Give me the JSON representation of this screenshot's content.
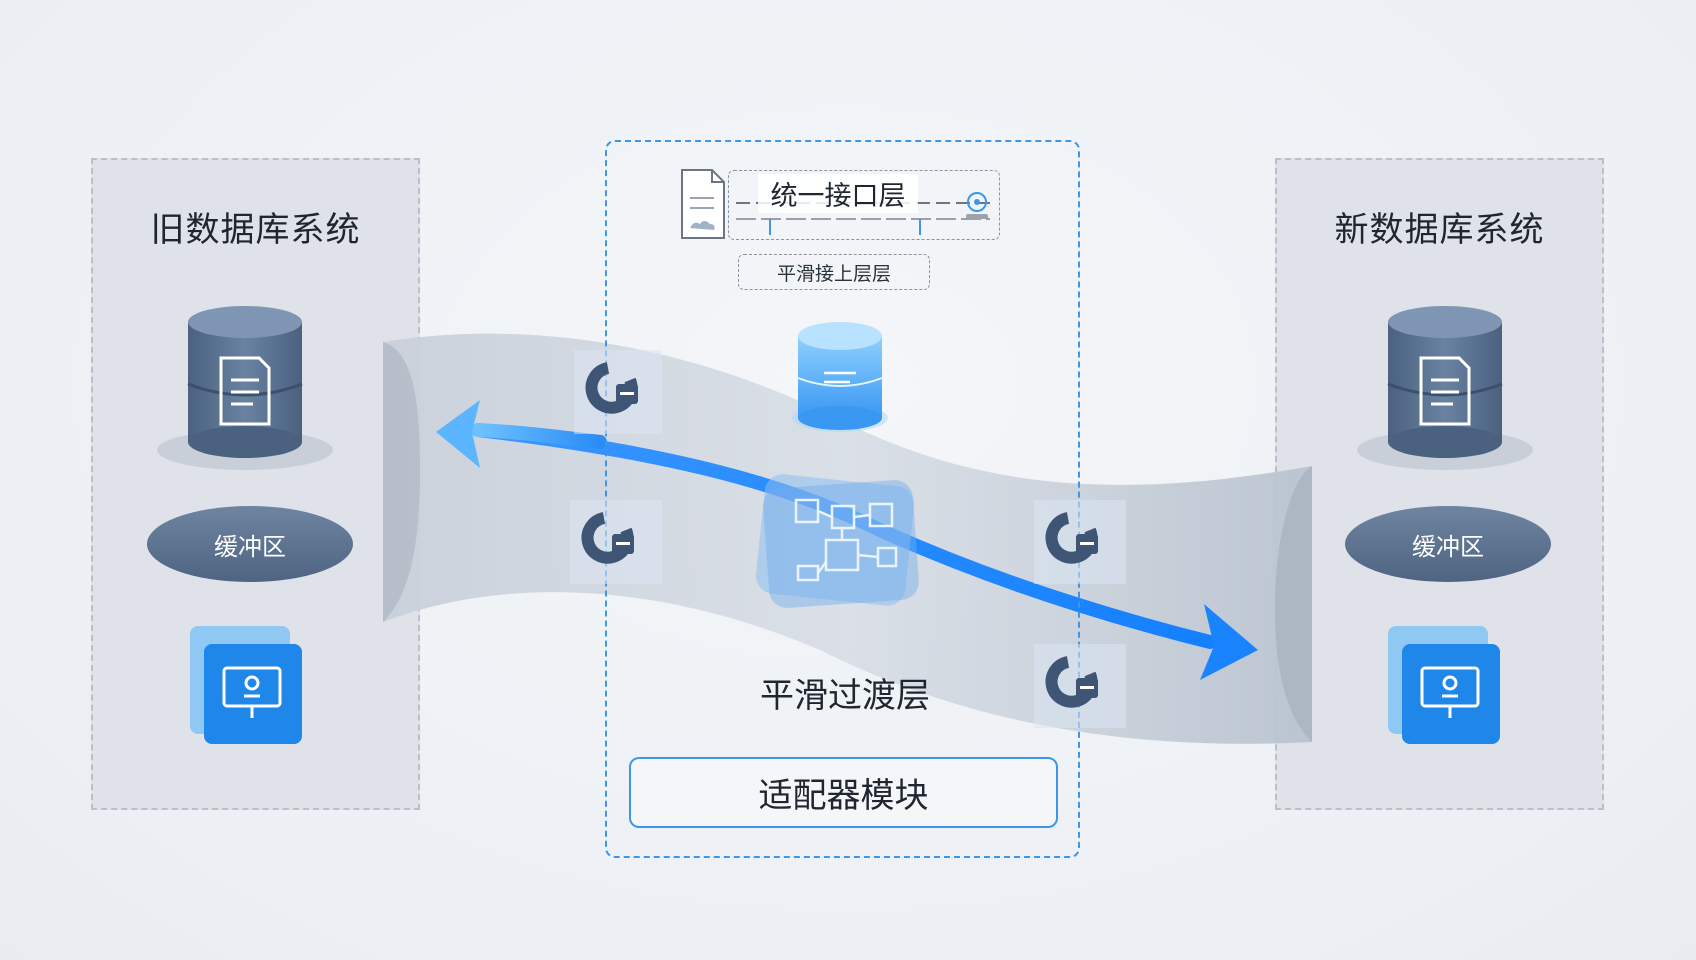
{
  "left_system": {
    "title": "旧数据库系统",
    "buffer_label": "缓冲区"
  },
  "right_system": {
    "title": "新数据库系统",
    "buffer_label": "缓冲区"
  },
  "center": {
    "interface_layer": "统一接口层",
    "upper_sub_label": "平滑接上层层",
    "transition_layer": "平滑过渡层",
    "adapter_module": "适配器模块"
  },
  "colors": {
    "accent_blue": "#1a8cff",
    "db_slate": "#5b7291",
    "panel_gray": "#dfe3e9",
    "dashed_blue": "#3d97e6"
  },
  "icons": [
    "database-icon",
    "document-icon",
    "monitor-icon",
    "connector-icon",
    "circuit-icon",
    "file-icon",
    "cloud-gear-icon"
  ]
}
